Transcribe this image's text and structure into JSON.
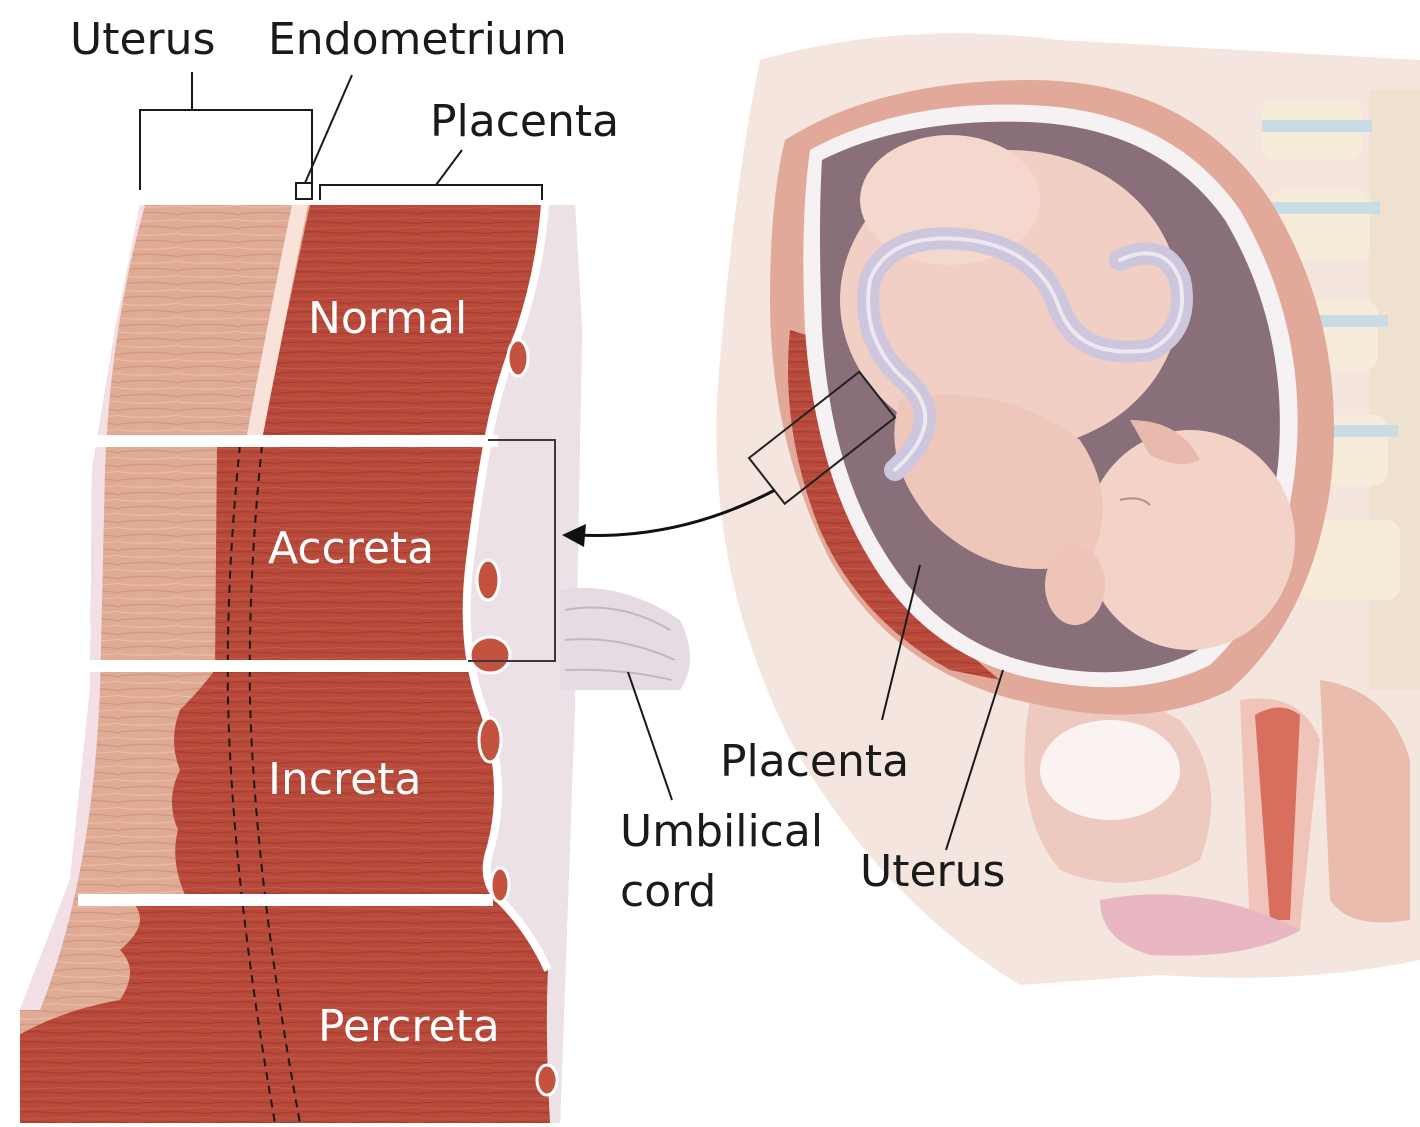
{
  "labels": {
    "uterus_top": "Uterus",
    "endometrium": "Endometrium",
    "placenta_top": "Placenta",
    "placenta_right": "Placenta",
    "umbilical_line1": "Umbilical",
    "umbilical_line2": "cord",
    "uterus_right": "Uterus"
  },
  "bands": {
    "normal": "Normal",
    "accreta": "Accreta",
    "increta": "Increta",
    "percreta": "Percreta"
  },
  "colors": {
    "myometrium": "#e0ab95",
    "placenta_red": "#b84a3c",
    "membrane": "#ece1e7",
    "skin": "#f3e3da",
    "fetus": "#f2d2c6",
    "cord": "#ccc6db"
  }
}
